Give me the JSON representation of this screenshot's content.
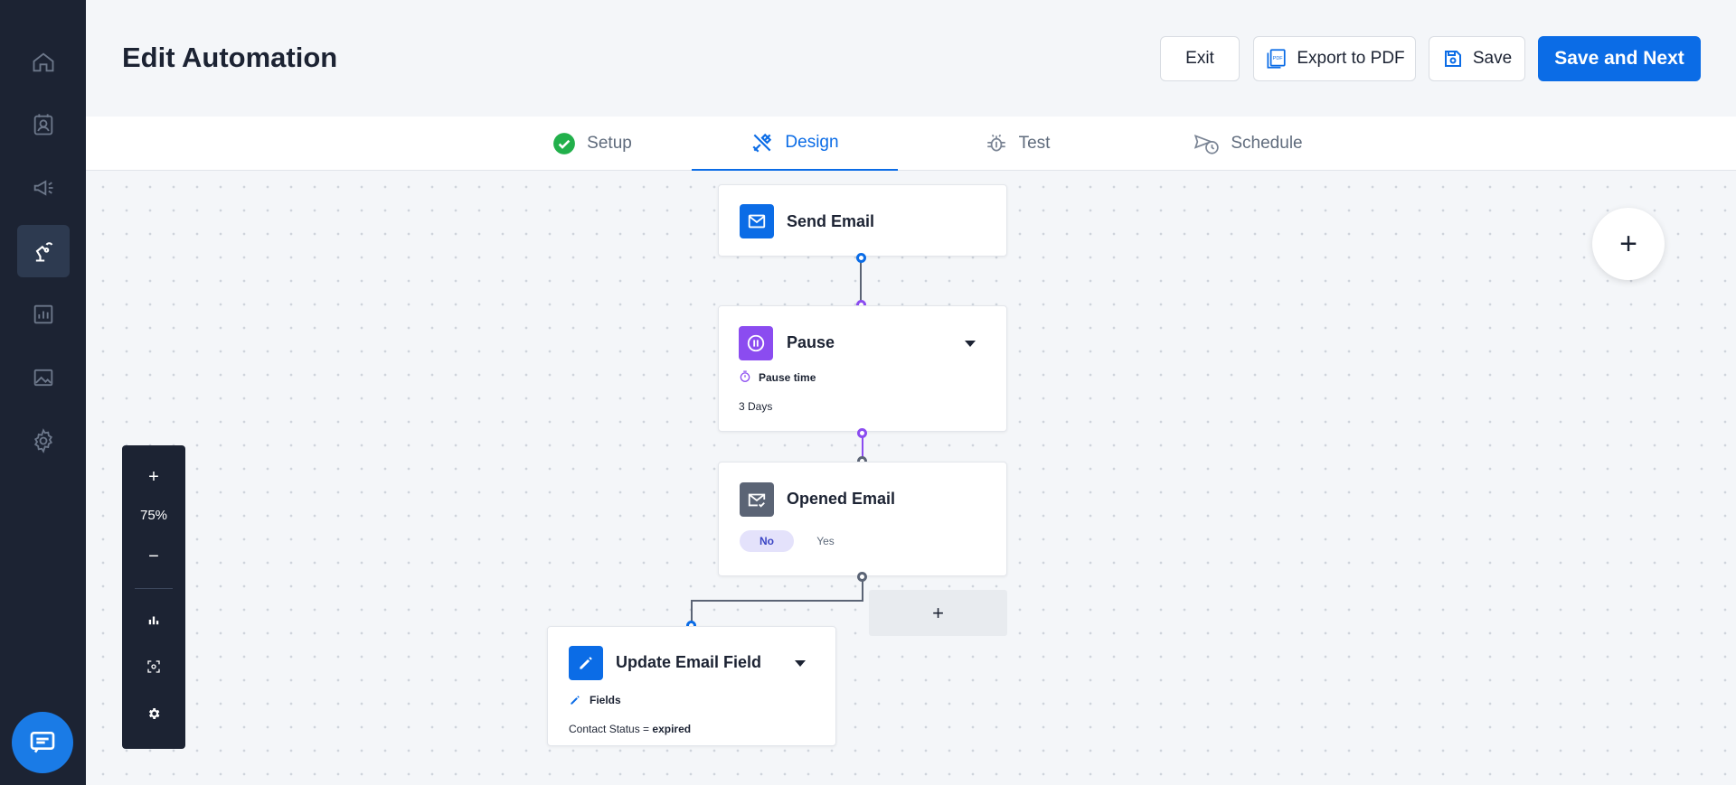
{
  "sidebar": {
    "items": [
      {
        "icon": "home-icon"
      },
      {
        "icon": "contacts-icon"
      },
      {
        "icon": "megaphone-icon"
      },
      {
        "icon": "automation-icon",
        "active": true
      },
      {
        "icon": "reports-icon"
      },
      {
        "icon": "image-icon"
      },
      {
        "icon": "gear-icon"
      }
    ],
    "chat_icon": "chat-icon"
  },
  "header": {
    "title": "Edit Automation",
    "exit_label": "Exit",
    "export_label": "Export to PDF",
    "save_label": "Save",
    "save_next_label": "Save and Next"
  },
  "tabs": [
    {
      "label": "Setup",
      "icon": "check-circle-icon",
      "state": "complete"
    },
    {
      "label": "Design",
      "icon": "design-tools-icon",
      "state": "active"
    },
    {
      "label": "Test",
      "icon": "bug-icon",
      "state": "pending"
    },
    {
      "label": "Schedule",
      "icon": "schedule-send-icon",
      "state": "pending"
    }
  ],
  "canvas": {
    "nodes": {
      "send_email": {
        "title": "Send Email"
      },
      "pause": {
        "title": "Pause",
        "field_label": "Pause time",
        "value": "3 Days"
      },
      "opened_email": {
        "title": "Opened Email",
        "branch_no": "No",
        "branch_yes": "Yes"
      },
      "update_field": {
        "title": "Update Email Field",
        "field_label": "Fields",
        "condition_text": "Contact Status = ",
        "condition_value": "expired"
      }
    },
    "add_step_label": "+",
    "fab_label": "+"
  },
  "zoom_panel": {
    "zoom_in": "+",
    "zoom_level": "75%",
    "zoom_out": "−"
  },
  "colors": {
    "sidebar_bg": "#1c2333",
    "primary": "#0b6ce6",
    "pause_purple": "#8b4cf0",
    "opened_gray": "#5b6475"
  }
}
